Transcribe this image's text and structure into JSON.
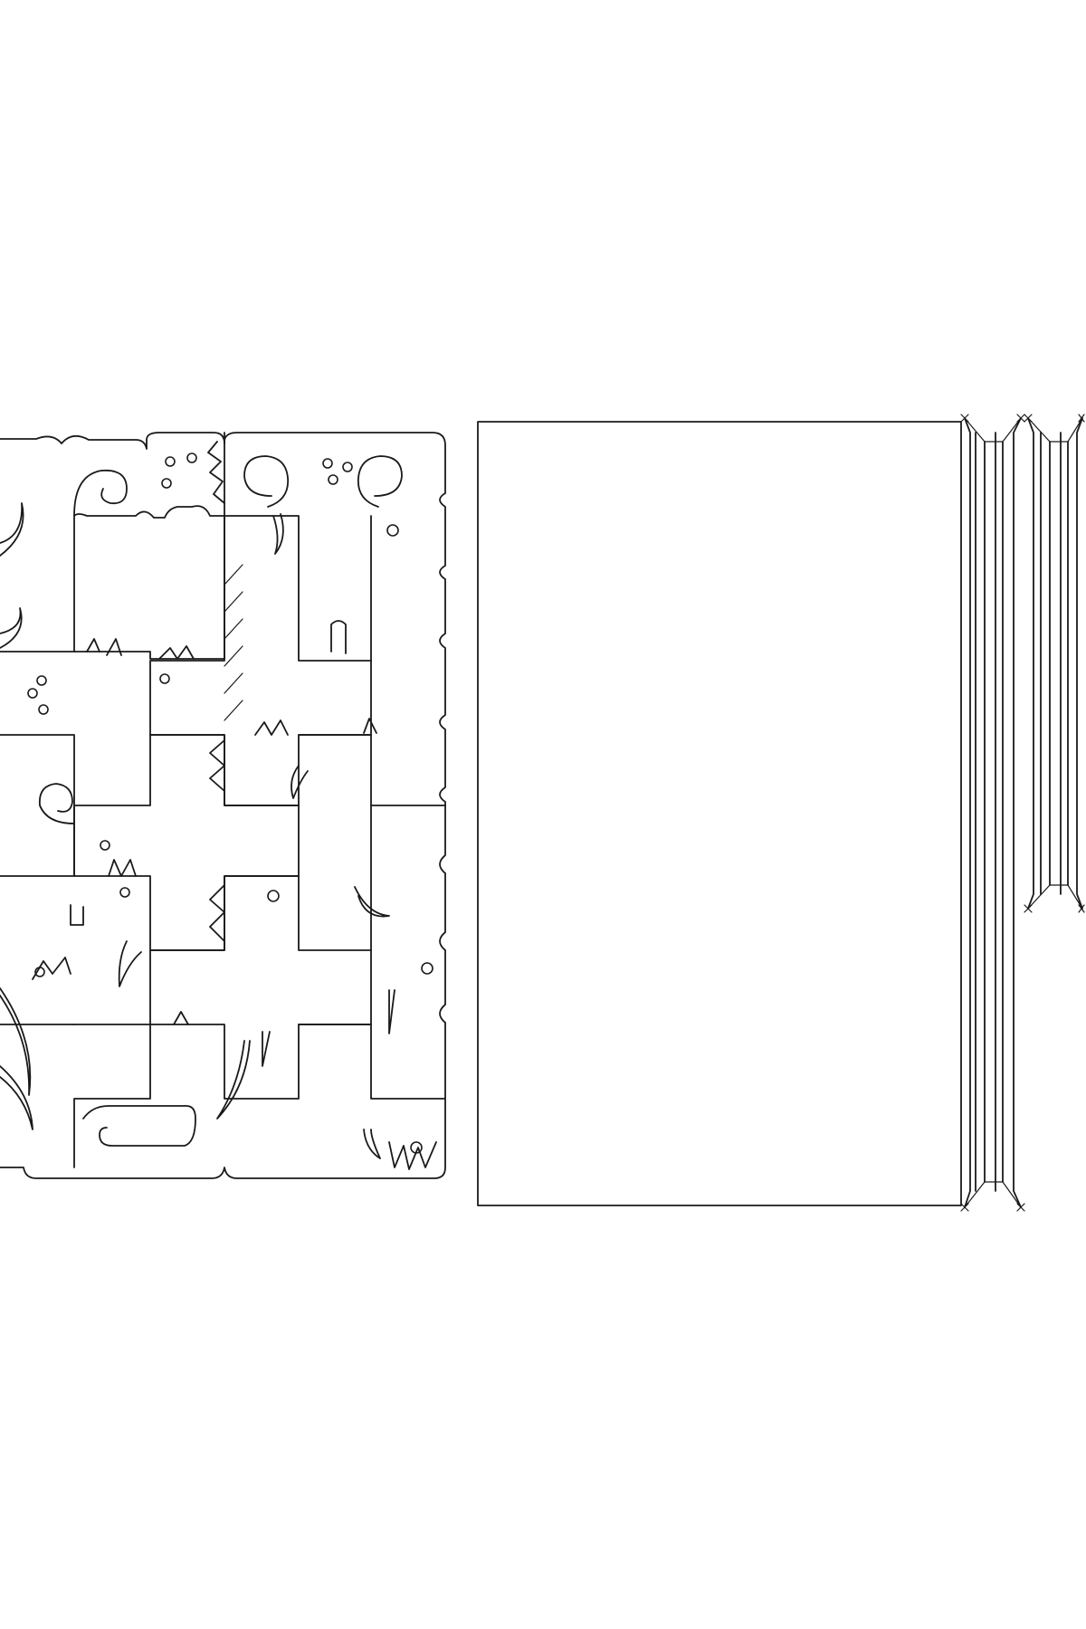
{
  "drawing": {
    "stroke_color": "#1a1a1a",
    "background_color": "#ffffff",
    "panels": [
      "animal-puzzle-pieces",
      "backing-board",
      "frame-edge-strips"
    ],
    "puzzle_piece_count": 13,
    "frame_strip_count": 2
  }
}
